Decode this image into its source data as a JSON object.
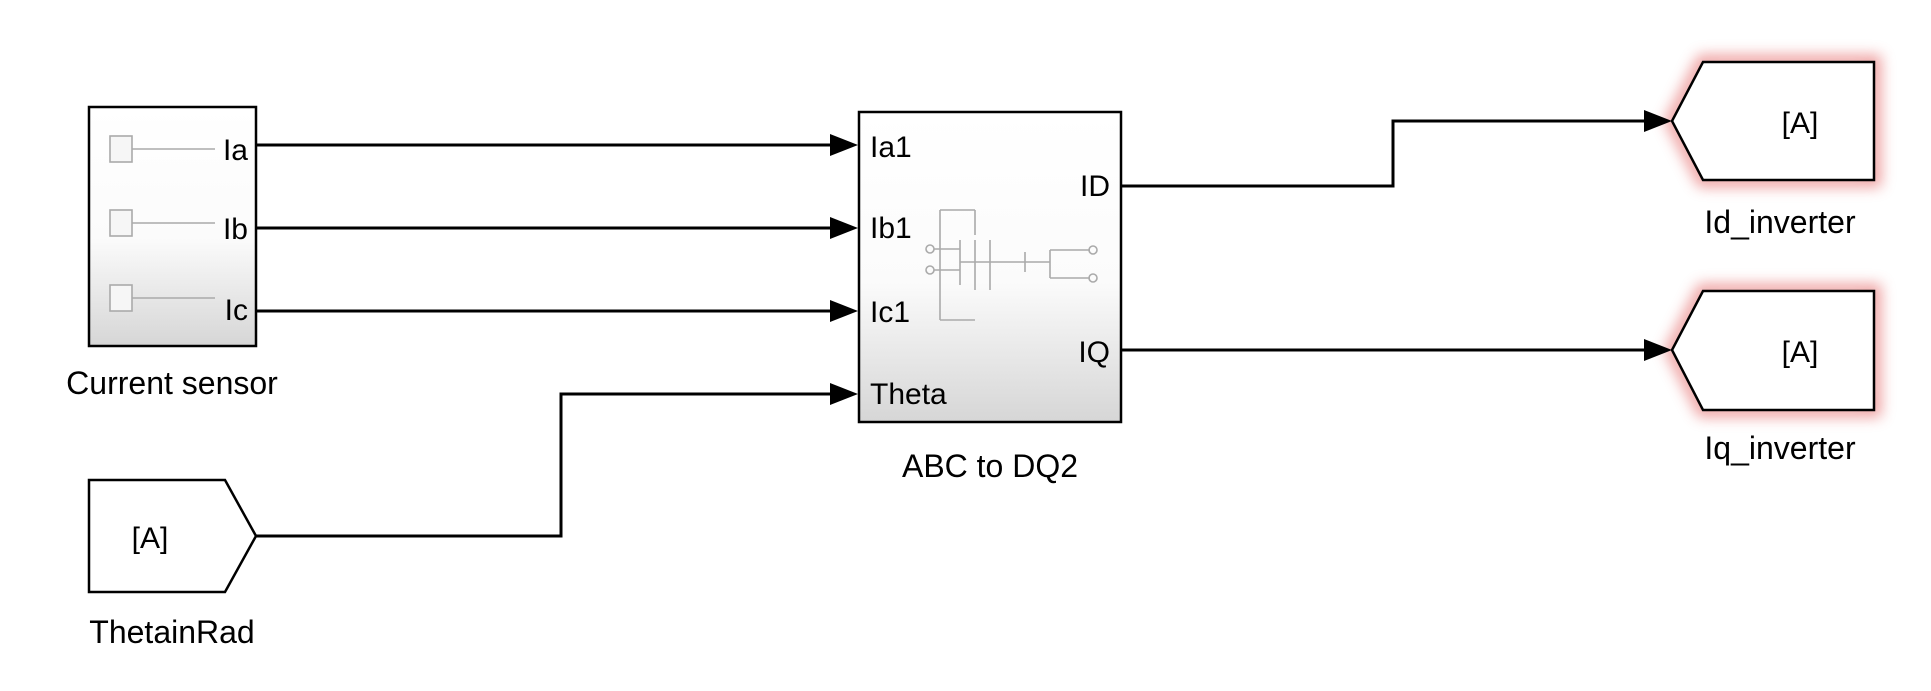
{
  "current_sensor": {
    "outputs": [
      "Ia",
      "Ib",
      "Ic"
    ],
    "caption": "Current sensor"
  },
  "abc_to_dq": {
    "inputs": [
      "Ia1",
      "Ib1",
      "Ic1",
      "Theta"
    ],
    "outputs": [
      "ID",
      "IQ"
    ],
    "caption": "ABC to DQ2"
  },
  "from_theta": {
    "tag": "[A]",
    "caption": "ThetainRad"
  },
  "goto_id": {
    "tag": "[A]",
    "caption": "Id_inverter"
  },
  "goto_iq": {
    "tag": "[A]",
    "caption": "Iq_inverter"
  },
  "colors": {
    "goto_highlight": "#e05050",
    "block_fill_top": "#ffffff",
    "block_fill_bottom": "#d9d9d9"
  }
}
